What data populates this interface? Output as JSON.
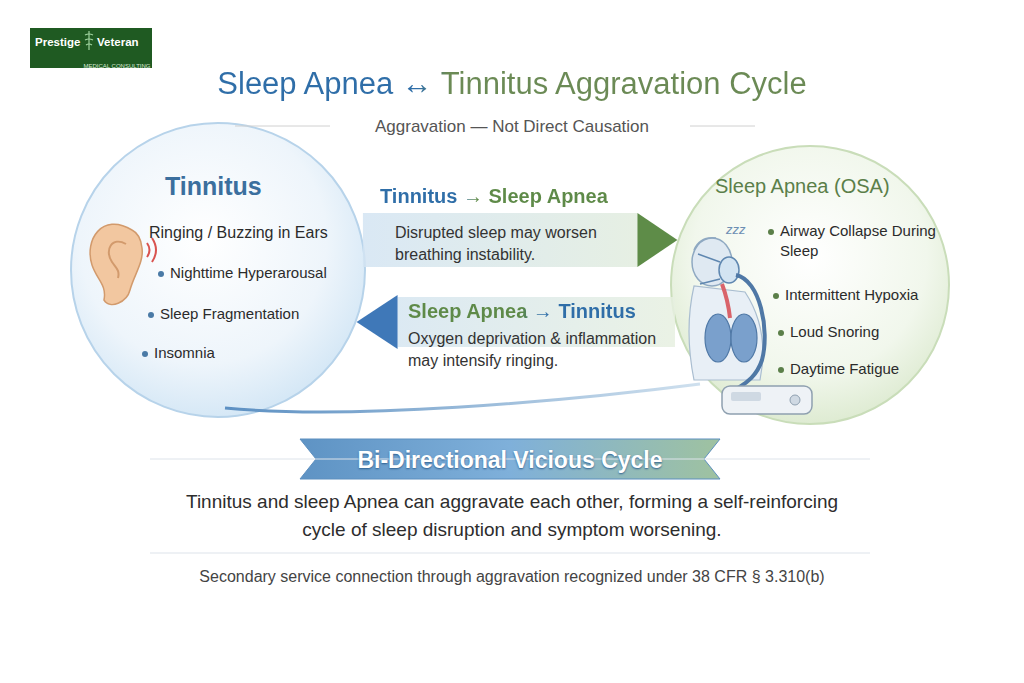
{
  "diagram": {
    "title": "Sleep Apnea ↔ Tinnitus Aggravation Cycle",
    "caption": "Tinnitus and sleep Apnea can aggravate each other, forming a self-reinforcing cycle of sleep disruption and symptom worsening.",
    "nodes": [
      {
        "text": [
          "Tinnitus",
          "Ringing / Buzzing in Ears",
          "Nighttime Hyperarousal",
          "Sleep Fragmentation",
          "Insomnia"
        ]
      },
      {
        "text": [
          "Sleep Apnea (OSA)",
          "Airway Collapse During Sleep",
          "Intermittent Hypoxia",
          "Loud Snoring",
          "Daytime Fatigue"
        ]
      },
      {
        "text": [
          "Bi-Directional Vicious Cycle"
        ]
      }
    ],
    "edges": [
      {
        "from": 0,
        "to": 1,
        "arrow": "to",
        "label": "Tinnitus → Sleep Apnea"
      },
      {
        "from": 1,
        "to": 0,
        "arrow": "to",
        "label": "Sleep Apnea → Tinnitus"
      }
    ],
    "labels": [
      "Prestige",
      "Veteran",
      "MEDICAL CONSULTING",
      "Aggravation — Not Direct Causation",
      "Disrupted sleep may worsen breathing instability.",
      "Oxygen deprivation & inflammation may intensify ringing.",
      "zzz",
      "Secondary service connection through aggravation recognized under 38 CFR § 3.310(b)"
    ]
  }
}
